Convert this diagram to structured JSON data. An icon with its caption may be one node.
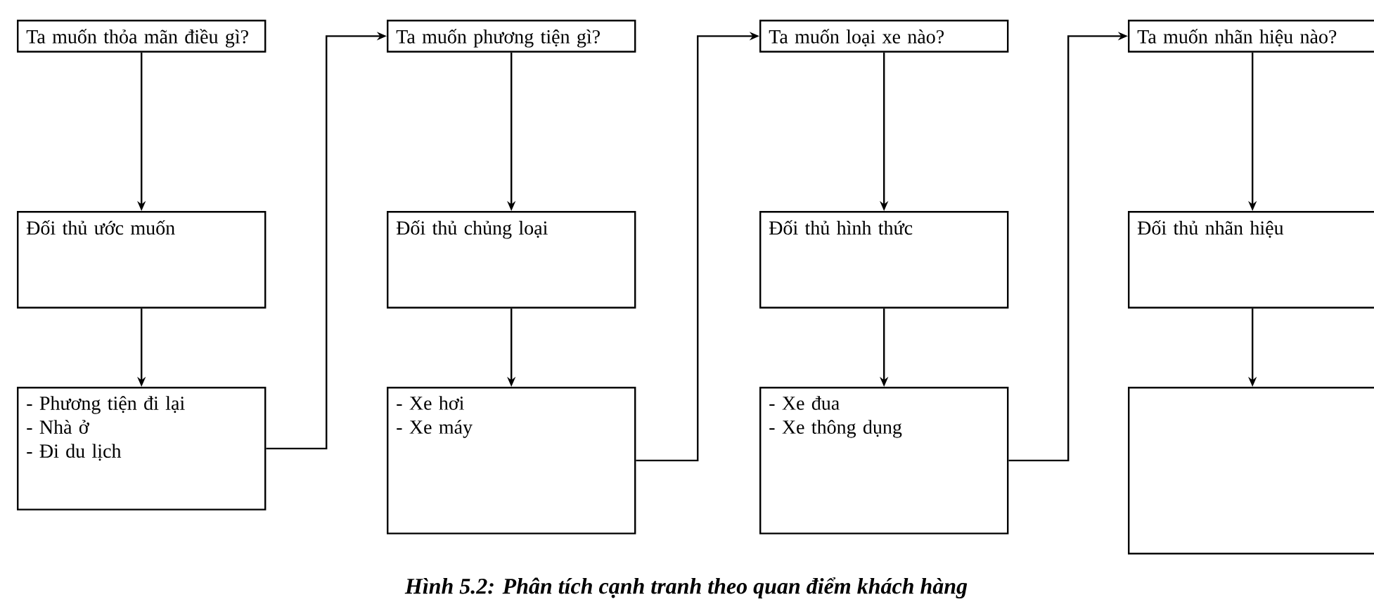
{
  "diagram": {
    "caption": "Hình 5.2: Phân tích cạnh tranh theo quan điểm khách hàng",
    "nodes": [
      {
        "text": [
          "Ta muốn thỏa mãn điều gì?"
        ]
      },
      {
        "text": [
          "Đối thủ ước muốn"
        ]
      },
      {
        "text": [
          "- Phương tiện đi lại",
          "- Nhà ở",
          "- Đi du lịch"
        ]
      },
      {
        "text": [
          "Ta muốn phương tiện gì?"
        ]
      },
      {
        "text": [
          "Đối thủ chủng loại"
        ]
      },
      {
        "text": [
          "- Xe hơi",
          "- Xe máy"
        ]
      },
      {
        "text": [
          "Ta muốn loại xe nào?"
        ]
      },
      {
        "text": [
          "Đối thủ hình thức"
        ]
      },
      {
        "text": [
          "- Xe đua",
          "- Xe thông dụng"
        ]
      },
      {
        "text": [
          "Ta muốn nhãn hiệu nào?"
        ]
      },
      {
        "text": [
          "Đối thủ nhãn hiệu"
        ]
      },
      {
        "text": [],
        "shape": "box"
      }
    ],
    "edges": [
      {
        "from": 0,
        "to": 1,
        "arrow": "to"
      },
      {
        "from": 1,
        "to": 2,
        "arrow": "to"
      },
      {
        "from": 2,
        "to": 3,
        "arrow": "to"
      },
      {
        "from": 3,
        "to": 4,
        "arrow": "to"
      },
      {
        "from": 4,
        "to": 5,
        "arrow": "to"
      },
      {
        "from": 5,
        "to": 6,
        "arrow": "to"
      },
      {
        "from": 6,
        "to": 7,
        "arrow": "to"
      },
      {
        "from": 7,
        "to": 8,
        "arrow": "to"
      },
      {
        "from": 8,
        "to": 9,
        "arrow": "to"
      },
      {
        "from": 9,
        "to": 10,
        "arrow": "to"
      },
      {
        "from": 10,
        "to": 11,
        "arrow": "to"
      }
    ]
  }
}
